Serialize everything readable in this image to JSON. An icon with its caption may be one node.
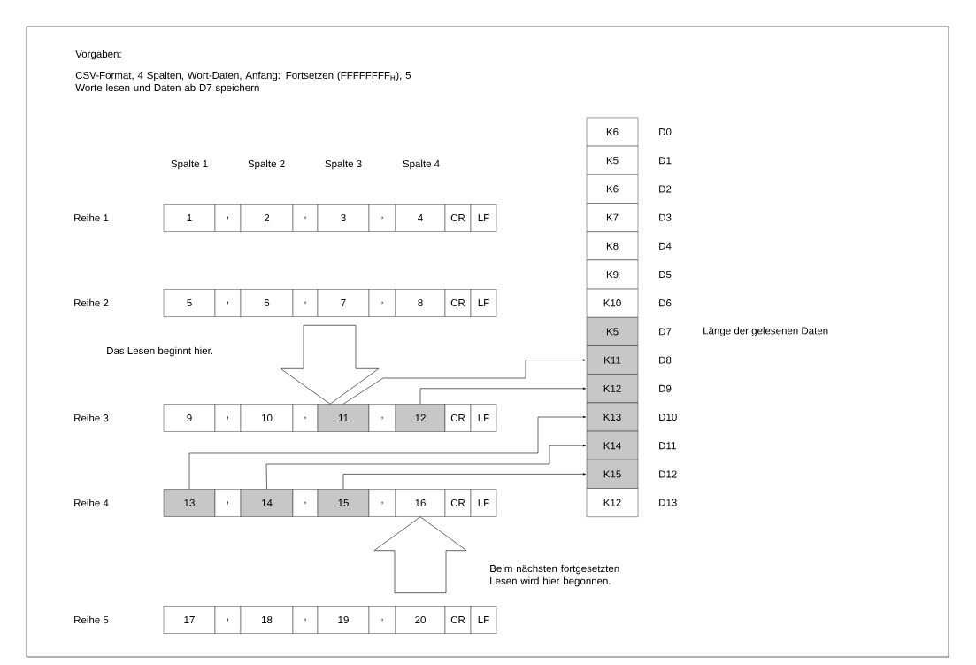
{
  "diagram": {
    "title": "Vorgaben:",
    "nodes": [
      {
        "text": [
          "1"
        ]
      },
      {
        "text": [
          ","
        ]
      },
      {
        "text": [
          "2"
        ]
      },
      {
        "text": [
          ","
        ]
      },
      {
        "text": [
          "3"
        ]
      },
      {
        "text": [
          ","
        ]
      },
      {
        "text": [
          "4"
        ]
      },
      {
        "text": [
          "CR"
        ]
      },
      {
        "text": [
          "LF"
        ]
      },
      {
        "text": [
          "5"
        ]
      },
      {
        "text": [
          ","
        ]
      },
      {
        "text": [
          "6"
        ]
      },
      {
        "text": [
          ","
        ]
      },
      {
        "text": [
          "7"
        ]
      },
      {
        "text": [
          ","
        ]
      },
      {
        "text": [
          "8"
        ]
      },
      {
        "text": [
          "CR"
        ]
      },
      {
        "text": [
          "LF"
        ]
      },
      {
        "text": [
          "9"
        ]
      },
      {
        "text": [
          ","
        ]
      },
      {
        "text": [
          "10"
        ]
      },
      {
        "text": [
          ","
        ]
      },
      {
        "text": [
          "11"
        ]
      },
      {
        "text": [
          ","
        ]
      },
      {
        "text": [
          "12"
        ]
      },
      {
        "text": [
          "CR"
        ]
      },
      {
        "text": [
          "LF"
        ]
      },
      {
        "text": [
          "13"
        ]
      },
      {
        "text": [
          ","
        ]
      },
      {
        "text": [
          "14"
        ]
      },
      {
        "text": [
          ","
        ]
      },
      {
        "text": [
          "15"
        ]
      },
      {
        "text": [
          ","
        ]
      },
      {
        "text": [
          "16"
        ]
      },
      {
        "text": [
          "CR"
        ]
      },
      {
        "text": [
          "LF"
        ]
      },
      {
        "text": [
          "17"
        ]
      },
      {
        "text": [
          ","
        ]
      },
      {
        "text": [
          "18"
        ]
      },
      {
        "text": [
          ","
        ]
      },
      {
        "text": [
          "19"
        ]
      },
      {
        "text": [
          ","
        ]
      },
      {
        "text": [
          "20"
        ]
      },
      {
        "text": [
          "CR"
        ]
      },
      {
        "text": [
          "LF"
        ]
      },
      {
        "text": [
          "K6"
        ],
        "beside": [
          "D0"
        ]
      },
      {
        "text": [
          "K5"
        ],
        "beside": [
          "D1"
        ]
      },
      {
        "text": [
          "K6"
        ],
        "beside": [
          "D2"
        ]
      },
      {
        "text": [
          "K7"
        ],
        "beside": [
          "D3"
        ]
      },
      {
        "text": [
          "K8"
        ],
        "beside": [
          "D4"
        ]
      },
      {
        "text": [
          "K9"
        ],
        "beside": [
          "D5"
        ]
      },
      {
        "text": [
          "K10"
        ],
        "beside": [
          "D6"
        ]
      },
      {
        "text": [
          "K5"
        ],
        "beside": [
          "D7",
          "Länge der gelesenen Daten"
        ]
      },
      {
        "text": [
          "K11"
        ],
        "beside": [
          "D8"
        ]
      },
      {
        "text": [
          "K12"
        ],
        "beside": [
          "D9"
        ]
      },
      {
        "text": [
          "K13"
        ],
        "beside": [
          "D10"
        ]
      },
      {
        "text": [
          "K14"
        ],
        "beside": [
          "D11"
        ]
      },
      {
        "text": [
          "K15"
        ],
        "beside": [
          "D12"
        ]
      },
      {
        "text": [
          "K12"
        ],
        "beside": [
          "D13"
        ]
      }
    ],
    "edges": [
      {
        "from": null,
        "to": 22,
        "arrow": "to"
      },
      {
        "from": 22,
        "to": 53,
        "arrow": "to"
      },
      {
        "from": 24,
        "to": 54,
        "arrow": "to"
      },
      {
        "from": 27,
        "to": 55,
        "arrow": "to"
      },
      {
        "from": 29,
        "to": 56,
        "arrow": "to"
      },
      {
        "from": 31,
        "to": 57,
        "arrow": "to"
      },
      {
        "from": null,
        "to": 33,
        "arrow": "to"
      }
    ],
    "labels": [
      "CSV-Format, 4 Spalten, Wort-Daten, Anfang: Fortsetzen (FFFFFFFF$_{H}$), 5 Worte lesen und Daten ab D7 speichern",
      "Spalte 1",
      "Spalte 2",
      "Spalte 3",
      "Spalte 4",
      "Reihe 1",
      "Reihe 2",
      "Das Lesen beginnt hier.",
      "Reihe 3",
      "Reihe 4",
      "Beim nächsten fortgesetzten Lesen wird hier begonnen.",
      "Reihe 5"
    ]
  }
}
